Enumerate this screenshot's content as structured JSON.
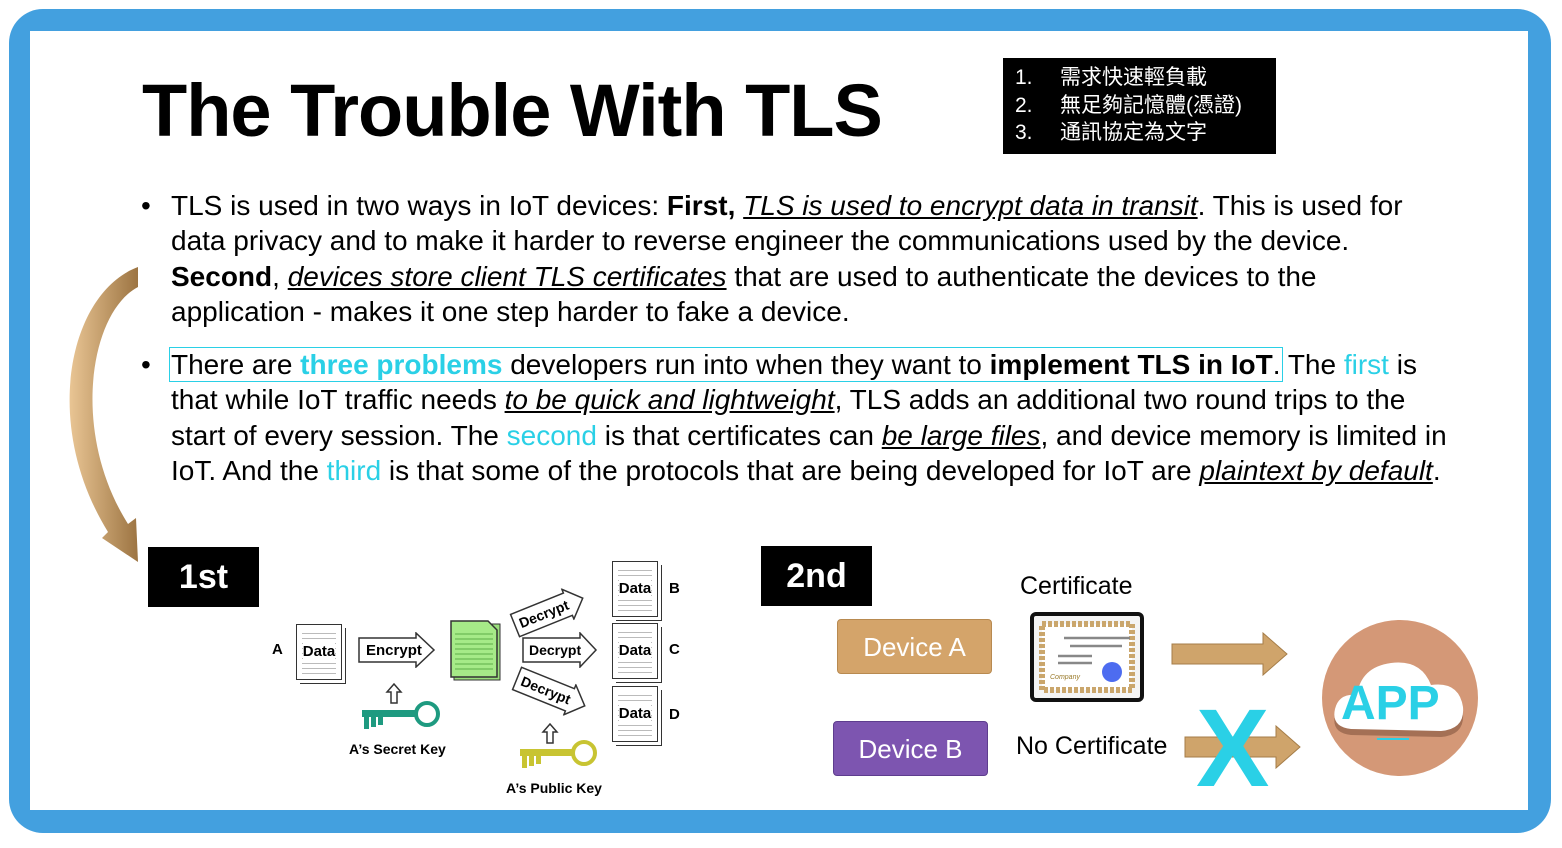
{
  "title": "The Trouble With TLS",
  "notes": [
    {
      "num": "1.",
      "text": "需求快速輕負載"
    },
    {
      "num": "2.",
      "text": "無足夠記憶體(憑證)"
    },
    {
      "num": "3.",
      "text": "通訊協定為文字"
    }
  ],
  "bullet1": {
    "s1": "TLS is used in two ways in IoT devices: ",
    "s2": "First,",
    "s3": " ",
    "s4": "TLS is used to encrypt data in transit",
    "s5": ". This is used for data privacy and to make it harder to reverse engineer the communications used by the device. ",
    "s6": "Second",
    "s7": ", ",
    "s8": "devices store client TLS certificates",
    "s9": " that are used to authenticate the devices to the application - makes it one step harder to fake a device."
  },
  "bullet2": {
    "s1": "There are ",
    "s2": "three problems",
    "s3": " developers run into when they want to ",
    "s4": "implement TLS in IoT",
    "s5": ".",
    "s6": " The ",
    "s7": "first",
    "s8": " is that while IoT traffic needs ",
    "s9": "to be quick and lightweight",
    "s10": ", TLS adds an additional two round trips to the start of every session. The ",
    "s11": "second",
    "s12": " is that certificates can ",
    "s13": "be large files",
    "s14": ", and device memory is limited in IoT. And the ",
    "s15": "third",
    "s16": " is that some of the protocols that are being developed for IoT are ",
    "s17": "plaintext by default",
    "s18": "."
  },
  "first_diagram": {
    "tag": "1st",
    "sender": "A",
    "data": "Data",
    "encrypt": "Encrypt",
    "decrypt": "Decrypt",
    "receivers": [
      "B",
      "C",
      "D"
    ],
    "secret_key": "A’s Secret Key",
    "public_key": "A’s Public Key"
  },
  "second_diagram": {
    "tag": "2nd",
    "certificate": "Certificate",
    "device_a": "Device A",
    "device_b": "Device B",
    "no_certificate": "No Certificate",
    "app": "APP",
    "x_mark": "X"
  },
  "colors": {
    "frame": "#43a0df",
    "cyan": "#2ad0e6",
    "device_a": "#d4a46a",
    "device_b": "#7d55b0",
    "app": "#d49877",
    "arrow": "#cfa46b"
  }
}
